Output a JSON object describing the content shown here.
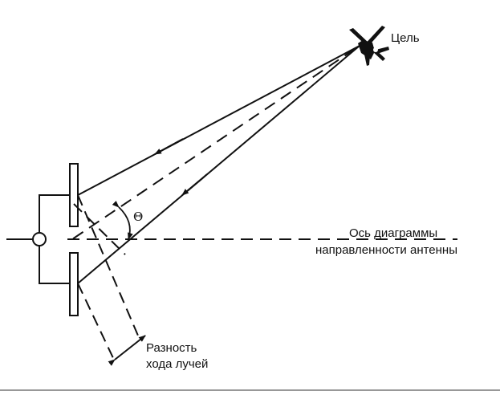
{
  "labels": {
    "target": "Цель",
    "angle": "Θ",
    "axis_line1": "Ось диаграммы",
    "axis_line2": "направленности антенны",
    "path_diff_line1": "Разность",
    "path_diff_line2": "хода лучей"
  },
  "colors": {
    "ink": "#111111",
    "background": "#ffffff"
  },
  "icons": {
    "target": "aircraft-icon"
  }
}
